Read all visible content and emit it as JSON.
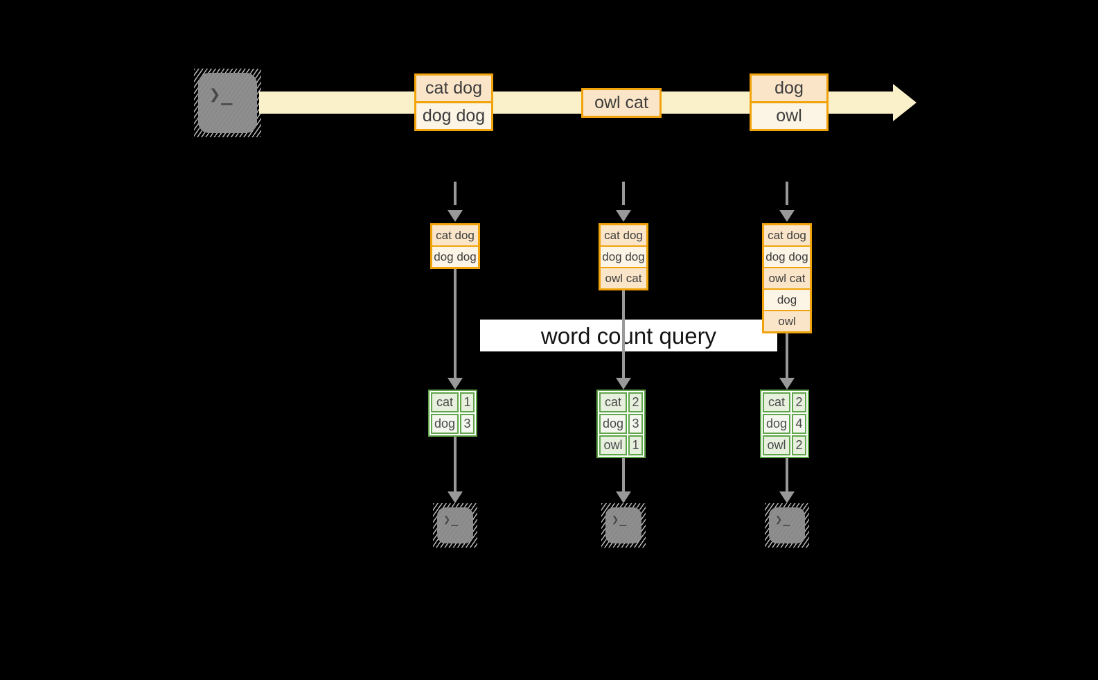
{
  "palette": {
    "background": "#000000",
    "accent_orange_border": "#f0a30a",
    "fill_peach": "#fae5c8",
    "fill_cream": "#fcf4e4",
    "stream_band_yellow": "#faf0ca",
    "green_border": "#5fa549",
    "green_fill_light": "#e7efdd",
    "green_fill_lighter": "#f3f7ee",
    "arrow_gray": "#999999",
    "terminal_gray": "#8a8a8a",
    "query_band_bg": "#ffffff"
  },
  "icons": {
    "terminal_prompt": "❯_"
  },
  "stream": {
    "events": [
      {
        "lines": [
          "cat dog",
          "dog dog"
        ]
      },
      {
        "lines": [
          "owl cat"
        ]
      },
      {
        "lines": [
          "dog",
          "owl"
        ]
      }
    ]
  },
  "query": {
    "label": "word count query"
  },
  "columns": [
    {
      "buffer": [
        "cat dog",
        "dog dog"
      ],
      "counts": [
        {
          "word": "cat",
          "count": "1"
        },
        {
          "word": "dog",
          "count": "3"
        }
      ]
    },
    {
      "buffer": [
        "cat dog",
        "dog dog",
        "owl cat"
      ],
      "counts": [
        {
          "word": "cat",
          "count": "2"
        },
        {
          "word": "dog",
          "count": "3"
        },
        {
          "word": "owl",
          "count": "1"
        }
      ]
    },
    {
      "buffer": [
        "cat dog",
        "dog dog",
        "owl cat",
        "dog",
        "owl"
      ],
      "counts": [
        {
          "word": "cat",
          "count": "2"
        },
        {
          "word": "dog",
          "count": "4"
        },
        {
          "word": "owl",
          "count": "2"
        }
      ]
    }
  ]
}
